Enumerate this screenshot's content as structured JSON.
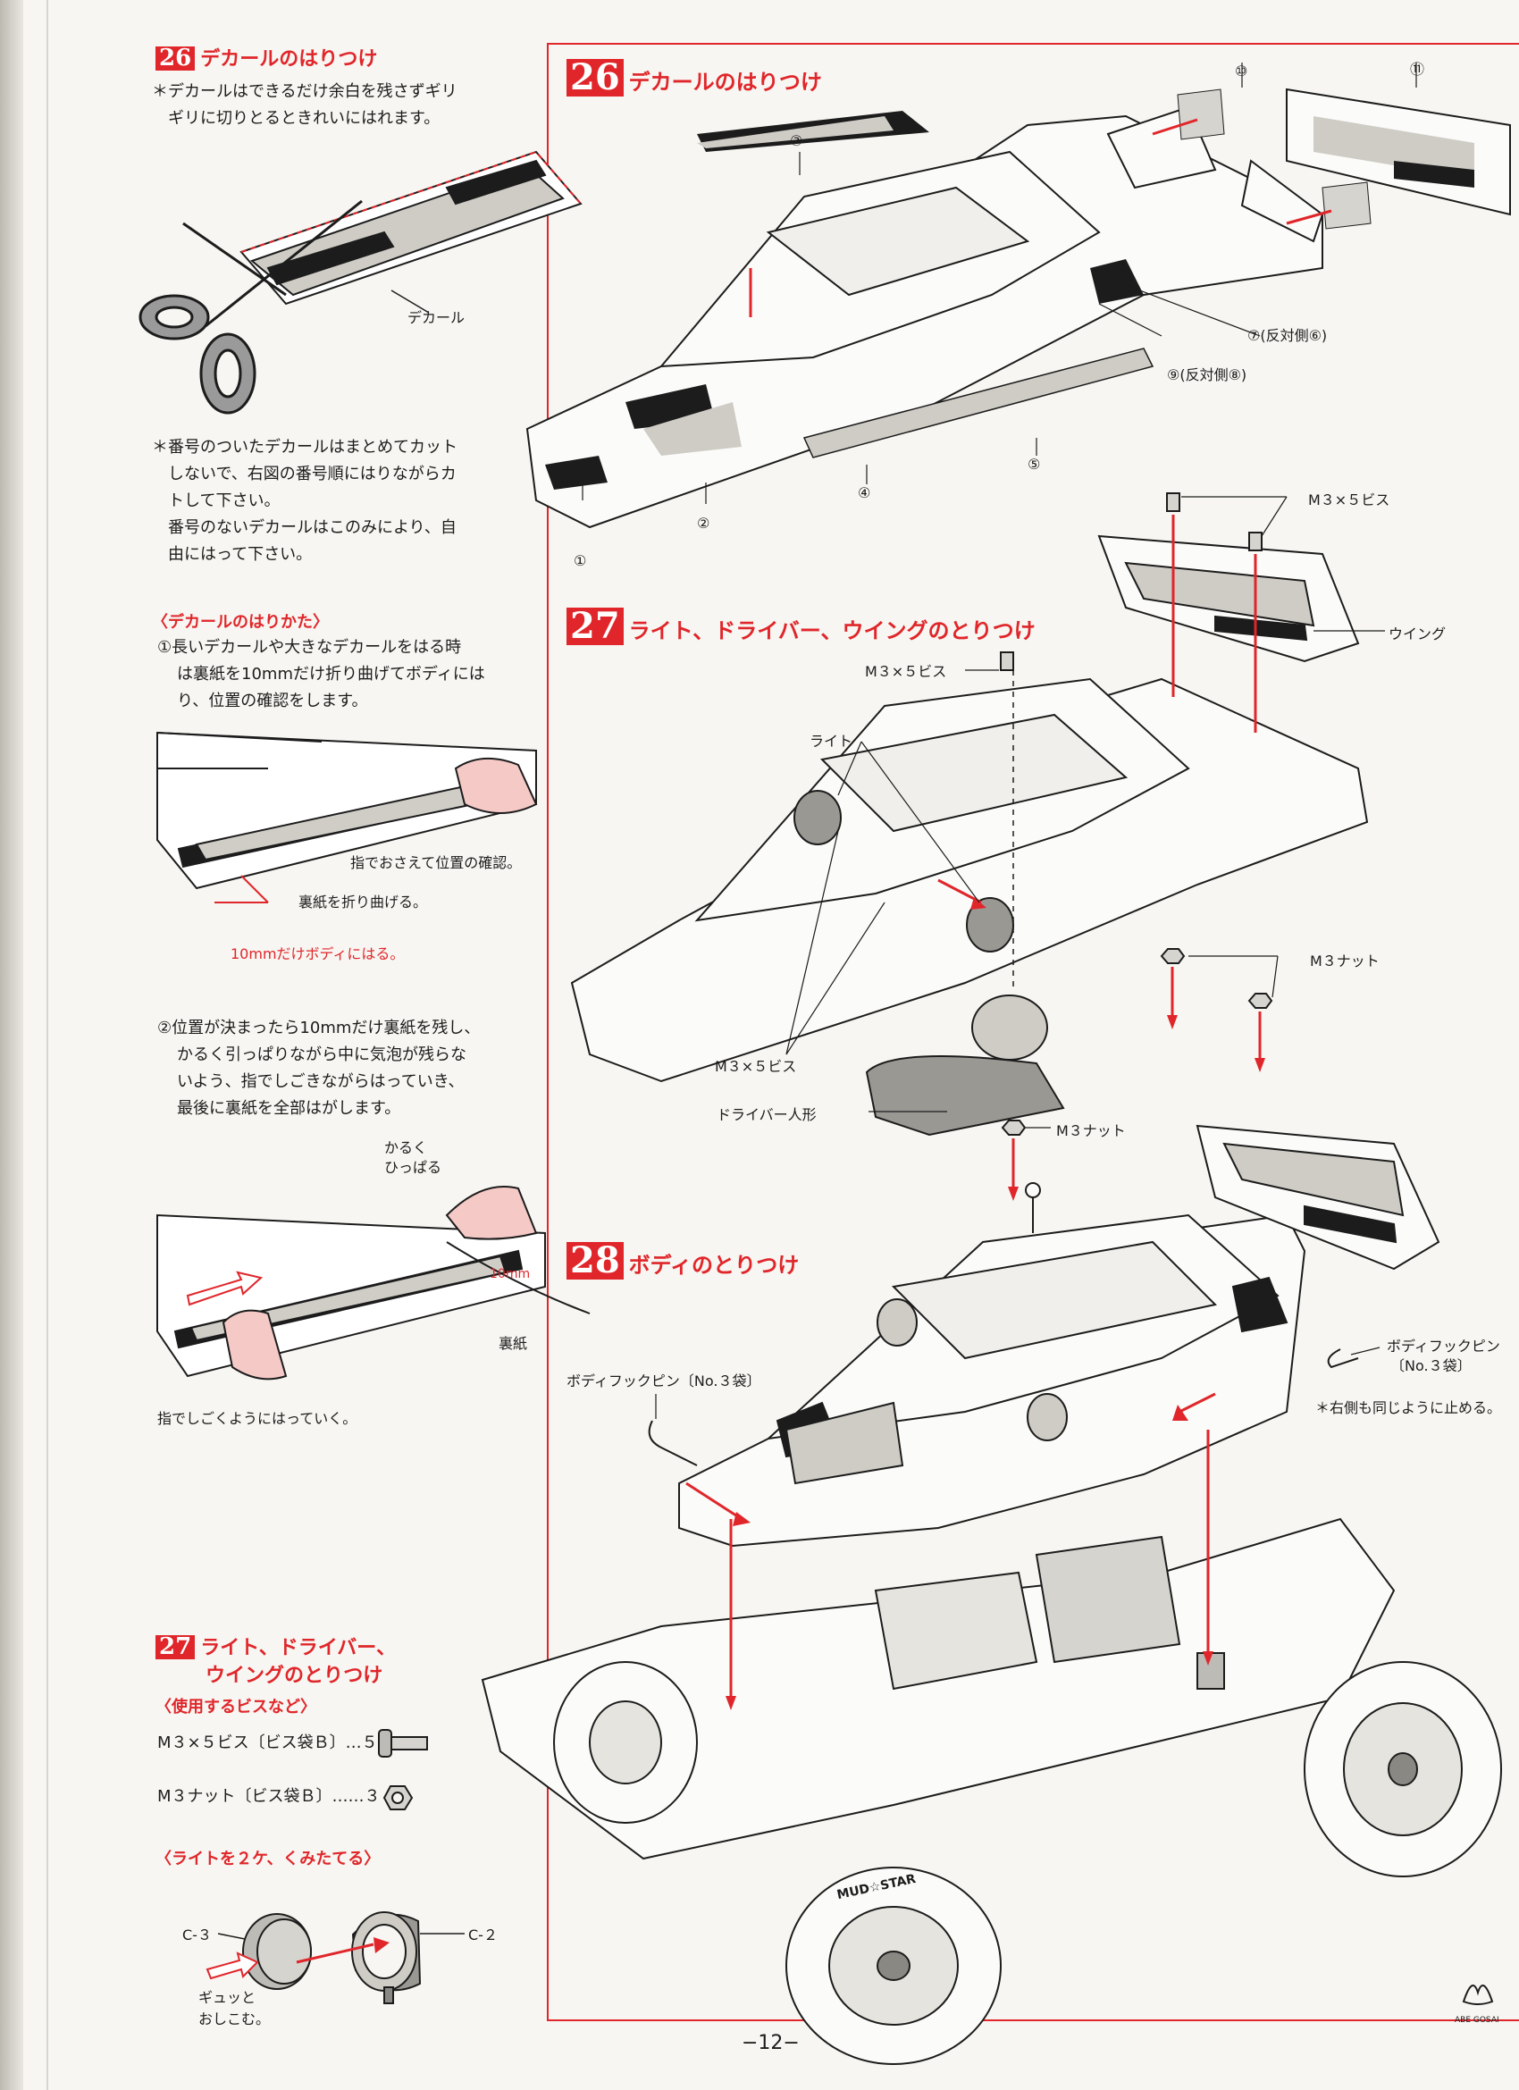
{
  "left": {
    "step26": {
      "number": "26",
      "title": "デカールのはりつけ",
      "note1": [
        "＊デカールはできるだけ余白を残さずギリ",
        "ギリに切りとるときれいにはれます。"
      ],
      "decal_label": "デカール",
      "note2": [
        "＊番号のついたデカールはまとめてカット",
        "しないで、右図の番号順にはりながらカ",
        "トして下さい。",
        "番号のないデカールはこのみにより、自",
        "由にはって下さい。"
      ],
      "howto_title": "〈デカールのはりかた〉",
      "howto1": [
        "①長いデカールや大きなデカールをはる時",
        "は裏紙を10mmだけ折り曲げてボディには",
        "り、位置の確認をします。"
      ],
      "fig1_label_a": "指でおさえて位置の確認。",
      "fig1_label_b": "裏紙を折り曲げる。",
      "fig1_label_c": "10mmだけボディにはる。",
      "howto2": [
        "②位置が決まったら10mmだけ裏紙を残し、",
        "かるく引っぱりながら中に気泡が残らな",
        "いよう、指でしごきながらはっていき、",
        "最後に裏紙を全部はがします。"
      ],
      "fig2_label_a1": "かるく",
      "fig2_label_a2": "ひっぱる",
      "fig2_label_b": "10mm",
      "fig2_label_c": "裏紙",
      "fig2_label_d": "指でしごくようにはっていく。"
    },
    "step27": {
      "number": "27",
      "title_l1": "ライト、ドライバー、",
      "title_l2": "ウイングのとりつけ",
      "parts_title": "〈使用するビスなど〉",
      "part1": "M３×５ビス〔ビス袋Ｂ〕…５",
      "part2": "M３ナット〔ビス袋Ｂ〕……３",
      "light_title": "〈ライトを２ケ、くみたてる〉",
      "c3": "C-３",
      "c2": "C-２",
      "push1": "ギュッと",
      "push2": "おしこむ。"
    }
  },
  "right": {
    "step26": {
      "number": "26",
      "title": "デカールのはりつけ",
      "n1": "①",
      "n2": "②",
      "n3": "③",
      "n4": "④",
      "n5": "⑤",
      "n7": "⑦(反対側⑥)",
      "n9": "⑨(反対側⑧)",
      "n10": "⑩",
      "n11": "⑪"
    },
    "step27": {
      "number": "27",
      "title": "ライト、ドライバー、ウイングのとりつけ",
      "screw_top": "M３×５ビス",
      "screw_wing": "M３×５ビス",
      "wing": "ウイング",
      "light": "ライト",
      "screw_side": "M３×５ビス",
      "driver": "ドライバー人形",
      "nut_right": "M３ナット",
      "nut_bottom": "M３ナット"
    },
    "step28": {
      "number": "28",
      "title": "ボディのとりつけ",
      "pin_left": "ボディフックピン〔No.３袋〕",
      "pin_right_1": "ボディフックピン",
      "pin_right_2": "〔No.３袋〕",
      "same_right": "＊右側も同じように止める。",
      "tire_text": "MUD☆STAR"
    }
  },
  "page_number": "−12−",
  "logo_text": "ABE GOSAI",
  "colors": {
    "accent": "#e0262a",
    "ink": "#1c1c1c",
    "paper": "#f7f6f2"
  }
}
